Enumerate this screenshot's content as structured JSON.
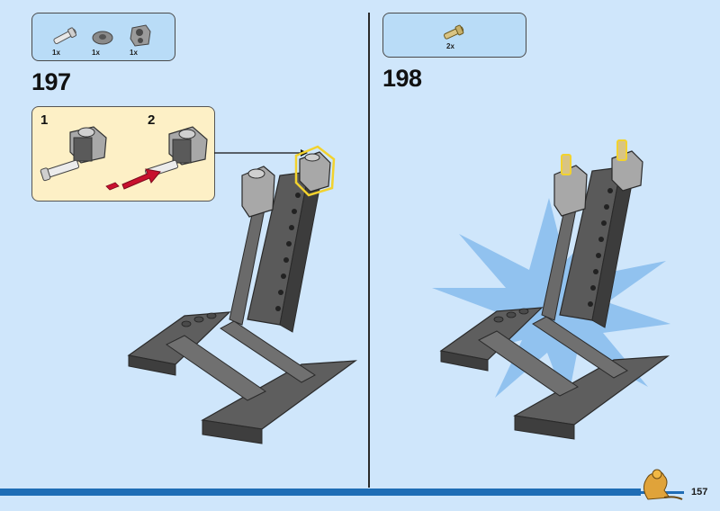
{
  "page": {
    "number": "157"
  },
  "step197": {
    "number": "197",
    "parts": [
      {
        "qty": "1x"
      },
      {
        "qty": "1x"
      },
      {
        "qty": "1x"
      }
    ],
    "substeps": [
      {
        "number": "1"
      },
      {
        "number": "2"
      }
    ]
  },
  "step198": {
    "number": "198",
    "parts": [
      {
        "qty": "2x"
      }
    ]
  },
  "colors": {
    "background": "#cfe6fb",
    "parts_box": "#b9dcf7",
    "substep_box": "#fdf0c6",
    "bar": "#1f6db5",
    "highlight": "#f2d22e",
    "arrow": "#c8102e",
    "brick_dark": "#5a5a5a",
    "brick_light": "#a8a8a8",
    "tan": "#d9c484"
  }
}
